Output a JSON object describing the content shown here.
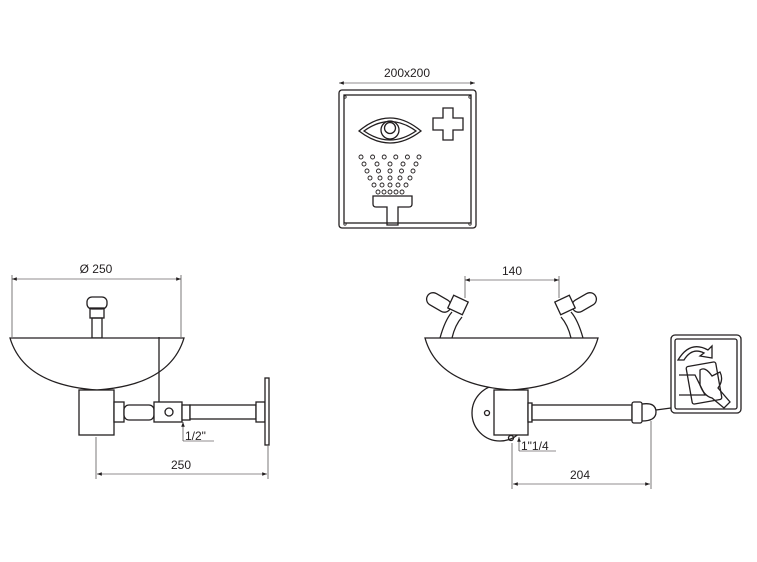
{
  "sign": {
    "size_label": "200x200"
  },
  "front_view": {
    "diameter_label": "Ø 250",
    "inlet_label": "1/2\"",
    "depth_label": "250"
  },
  "side_view": {
    "nozzle_spacing_label": "140",
    "drain_label": "1\"1/4",
    "arm_length_label": "204"
  },
  "colors": {
    "line": "#231f20",
    "background": "#ffffff"
  }
}
